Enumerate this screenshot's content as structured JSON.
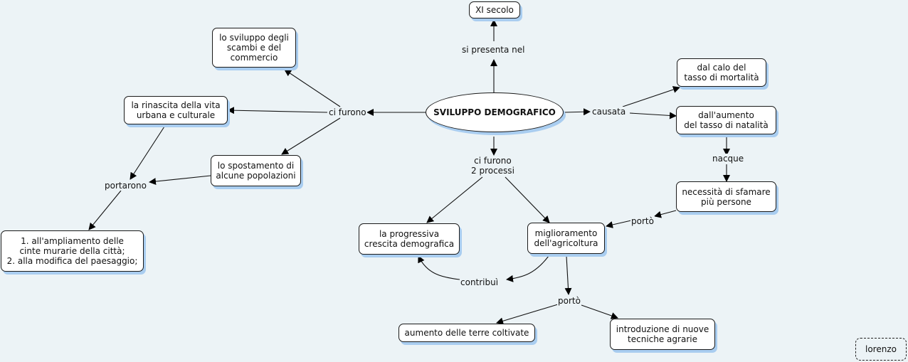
{
  "diagram": {
    "title": "SVILUPPO DEMOGRAFICO",
    "colors": {
      "background": "#ecf3f6",
      "node_fill": "#ffffff",
      "shadow": "#a9cdf0",
      "line": "#000000"
    },
    "concepts": {
      "xi_secolo": "XI secolo",
      "scambi": "lo sviluppo degli\nscambi e del\ncommercio",
      "rinascita": "la rinascita della vita\nurbana e culturale",
      "spostamento": "lo spostamento di\nalcune popolazioni",
      "ampliamento": "1. all'ampliamento delle\ncinte murarie della città;\n2. alla modifica del paesaggio;",
      "mortalita": "dal calo del\ntasso di mortalità",
      "natalita": "dall'aumento\ndel tasso di natalità",
      "sfamare": "necessità di sfamare\npiù persone",
      "crescita": "la progressiva\ncrescita demografica",
      "agricoltura": "miglioramento\ndell'agricoltura",
      "terre": "aumento delle terre coltivate",
      "tecniche": "introduzione di nuove\ntecniche agrarie",
      "author": "lorenzo"
    },
    "links": {
      "si_presenta": "si presenta nel",
      "ci_furono": "ci furono",
      "portarono": "portarono",
      "causata": "causata",
      "nacque": "nacque",
      "porto_right": "portò",
      "due_processi": "ci furono\n2 processi",
      "contribui": "contribuì",
      "porto_bottom": "portò"
    }
  }
}
